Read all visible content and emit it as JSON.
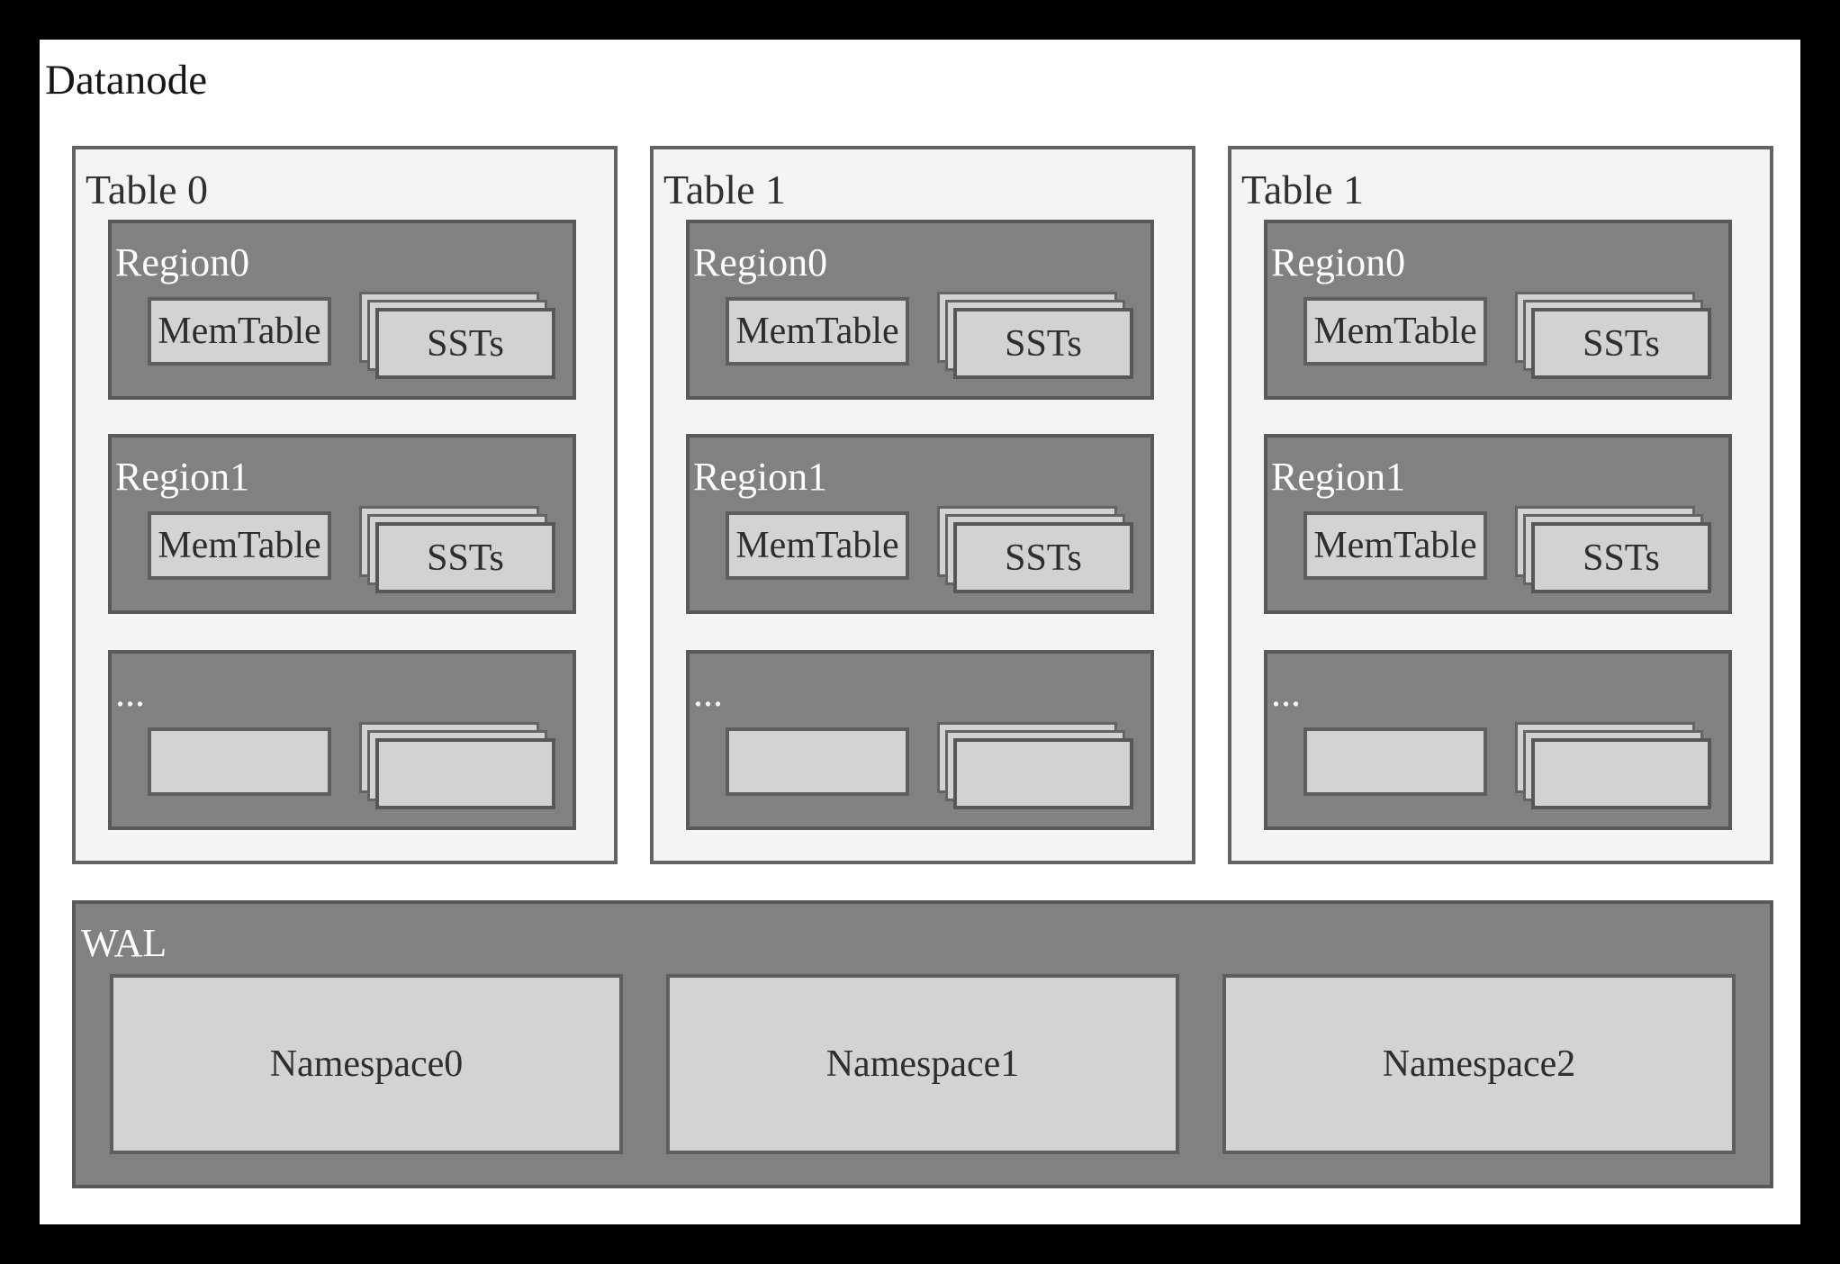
{
  "palette": {
    "frame": "#000000",
    "canvas": "#ffffff",
    "panel_fill": "#f4f4f4",
    "panel_border": "#636363",
    "region_fill": "#818181",
    "region_border": "#595959",
    "box_fill": "#d3d3d3",
    "box_border": "#5e5e5e",
    "sheet_fill": "#d2d2d2",
    "sheet_border": "#646464",
    "text_dark": "#2e2e2e",
    "text_light": "#ffffff"
  },
  "title": "Datanode",
  "tables": [
    {
      "label": "Table 0",
      "regions": [
        {
          "label": "Region0",
          "memtable": "MemTable",
          "ssts": "SSTs"
        },
        {
          "label": "Region1",
          "memtable": "MemTable",
          "ssts": "SSTs"
        },
        {
          "label": "...",
          "memtable": "",
          "ssts": ""
        }
      ]
    },
    {
      "label": "Table 1",
      "regions": [
        {
          "label": "Region0",
          "memtable": "MemTable",
          "ssts": "SSTs"
        },
        {
          "label": "Region1",
          "memtable": "MemTable",
          "ssts": "SSTs"
        },
        {
          "label": "...",
          "memtable": "",
          "ssts": ""
        }
      ]
    },
    {
      "label": "Table 1",
      "regions": [
        {
          "label": "Region0",
          "memtable": "MemTable",
          "ssts": "SSTs"
        },
        {
          "label": "Region1",
          "memtable": "MemTable",
          "ssts": "SSTs"
        },
        {
          "label": "...",
          "memtable": "",
          "ssts": ""
        }
      ]
    }
  ],
  "wal": {
    "label": "WAL",
    "namespaces": [
      "Namespace0",
      "Namespace1",
      "Namespace2"
    ]
  }
}
